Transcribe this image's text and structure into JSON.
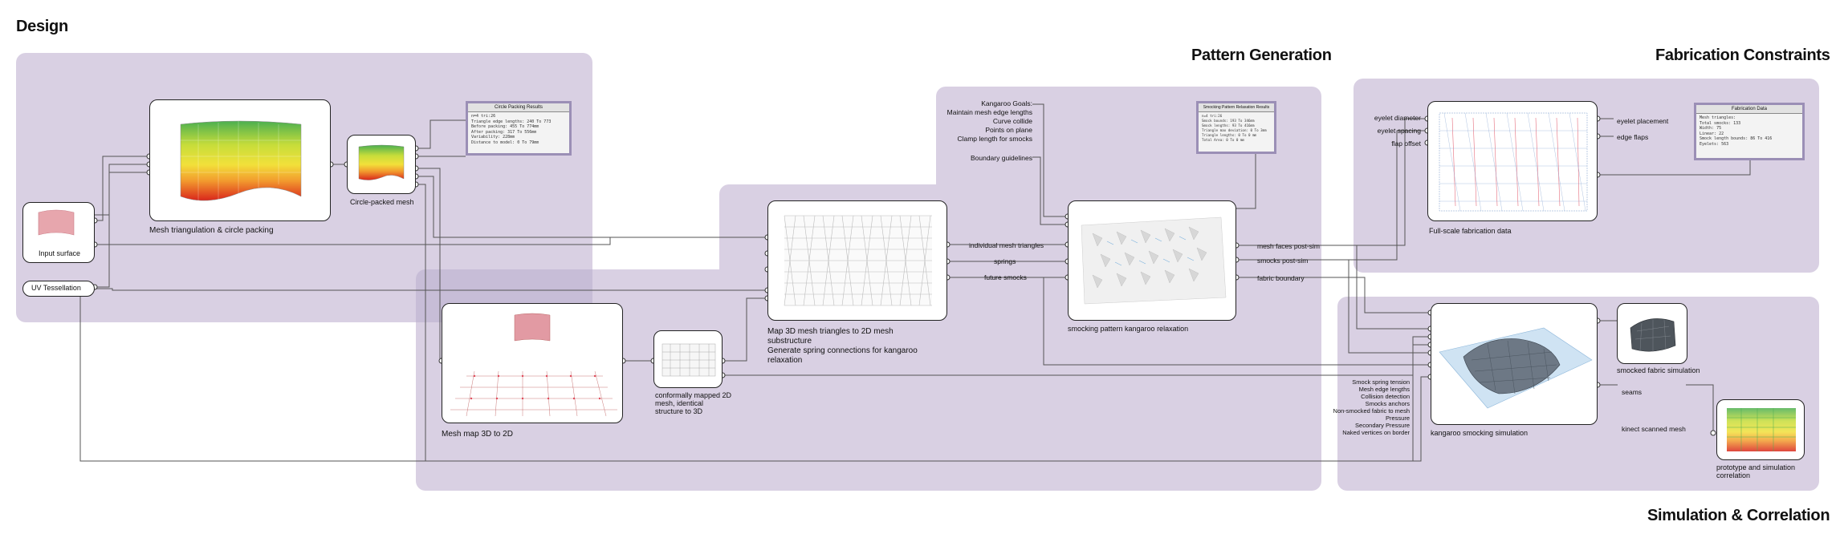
{
  "sections": {
    "design": "Design",
    "pattern": "Pattern Generation",
    "fabrication": "Fabrication Constraints",
    "simulation": "Simulation & Correlation"
  },
  "inputs": {
    "surface": "Input surface",
    "uv": "UV Tessellation"
  },
  "captions": {
    "mesh_tri": "Mesh triangulation & circle packing",
    "circle_packed": "Circle-packed mesh",
    "mesh_map": "Mesh map 3D to 2D",
    "conformal": "conformally mapped 2D mesh, identical structure to 3D",
    "map3d_1": "Map 3D mesh triangles to 2D mesh substructure",
    "map3d_2": "Generate spring connections for kangaroo relaxation",
    "smocking_relax": "smocking pattern kangaroo relaxation",
    "fullscale": "Full-scale fabrication data",
    "kangaroo_sim": "kangaroo smocking simulation",
    "smocked_fabric": "smocked fabric simulation",
    "prototype": "prototype and simulation correlation"
  },
  "mid_labels": {
    "individual": "individual mesh triangles",
    "springs": "springs",
    "future": "future smocks"
  },
  "goals": {
    "g1": "Kangaroo Goals:",
    "g2": "Maintain mesh edge lengths",
    "g3": "Curve collide",
    "g4": "Points on plane",
    "g5": "Clamp length for smocks",
    "g6": "Boundary guidelines"
  },
  "post_sim": {
    "faces": "mesh faces post-sim",
    "smocks": "smocks post-sim",
    "boundary": "fabric boundary"
  },
  "fab_inputs": {
    "eyelet_d": "eyelet diameter",
    "eyelet_s": "eyelet spacing",
    "flap": "flap offset"
  },
  "fab_outputs": {
    "placement": "eyelet placement",
    "edge": "edge flaps"
  },
  "sim_inputs": {
    "s1": "Smock spring tension",
    "s2": "Mesh edge lengths",
    "s3": "Collision detection",
    "s4": "Smocks anchors",
    "s5": "Non-smocked fabric to mesh",
    "s6": "Pressure",
    "s7": "Secondary Pressure",
    "s8": "Naked vertices on border"
  },
  "sim_outputs": {
    "seams": "seams",
    "kinect": "kinect scanned mesh"
  },
  "panels": {
    "circle_packing": {
      "title": "Circle Packing Results",
      "body": "n=4 tri:26\nTriangle edge lengths: 240 To 773\nBefore packing: 455 To 774mm\nAfter packing: 317 To 556mm\nVariability: 228mm\nDistance to model: 0 To 79mm"
    },
    "smocking_relax": {
      "title": "Smocking Pattern Relaxation Results",
      "body": "n=4 tri:26\nSmock bounds: 193 To 346mm\nSmock lengths: 93 To 416mm\nTriangle max deviation: 0 To 3mm\nTriangle lengths: 0 To 0 mm\nTotal Area: 0 To 0 mm"
    },
    "fabrication": {
      "title": "Fabrication Data",
      "body": "Mesh triangles:\nTotal smocks: 133\nWidth: 75\nLinear: 22\nSmock length bounds: 86 To 416\nEyelets: 563"
    }
  },
  "colors": {
    "region": "#d9d0e3",
    "panel_border": "#9b8fb6",
    "wire": "#555555",
    "heat_yellow": "#f2e03a",
    "heat_green": "#4caf50",
    "heat_red": "#d9261c"
  },
  "icons": {
    "surface": "pink-surface-thumbnail",
    "circle_packed": "heatmap-mesh-thumbnail",
    "mesh_map": "mesh-map-thumbnail",
    "smocking": "smocking-pattern-thumbnail",
    "fabrication": "fabrication-pattern-thumbnail",
    "kangaroo": "kangaroo-sim-thumbnail",
    "smocked": "smocked-fabric-thumbnail",
    "prototype": "prototype-scan-thumbnail"
  }
}
